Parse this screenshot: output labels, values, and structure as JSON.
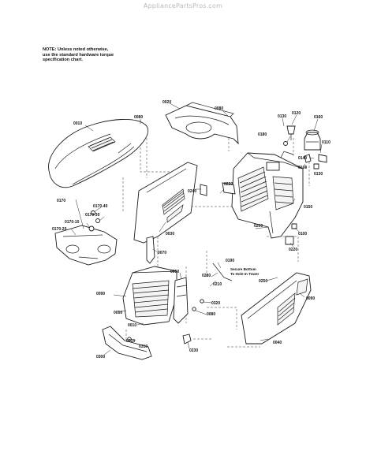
{
  "watermark": "AppliancePartsPros.com",
  "note": {
    "line1": "NOTE: Unless noted otherwise,",
    "line2": "use the standard hardware torque",
    "line3": "specification chart."
  },
  "callout_text": {
    "line1": "Secure Bottom",
    "line2": "To Hole In Tower"
  },
  "labels": {
    "l0010": "0010",
    "l0020": "0020",
    "l0030": "0030",
    "l0040": "0040",
    "l0050": "0050",
    "l0060": "0060",
    "l0070": "0070",
    "l0080": "0080",
    "l0080b": "0080",
    "l0090": "0090",
    "l0090b": "0090",
    "l0100": "0100",
    "l0110": "0110",
    "l0120": "0120",
    "l0130": "0130",
    "l0140": "0140",
    "l0150": "0150",
    "l0160": "0160",
    "l0160b": "0160",
    "l0170": "0170",
    "l0170_10": "0170-10",
    "l0170_20": "0170-20",
    "l0170_30": "0170-30",
    "l0170_40": "0170-40",
    "l0180": "0180",
    "l0180b": "0180",
    "l0190": "0190",
    "l0190b": "0190",
    "l0200": "0200",
    "l0210": "0210",
    "l0220": "0220",
    "l0230": "0230",
    "l0230b": "0230",
    "l0240": "0240",
    "l0250": "0250",
    "l0260": "0260",
    "l0280": "0280",
    "l0300": "0300",
    "l0310": "0310",
    "l0310b": "0310",
    "l0320": "0320"
  }
}
